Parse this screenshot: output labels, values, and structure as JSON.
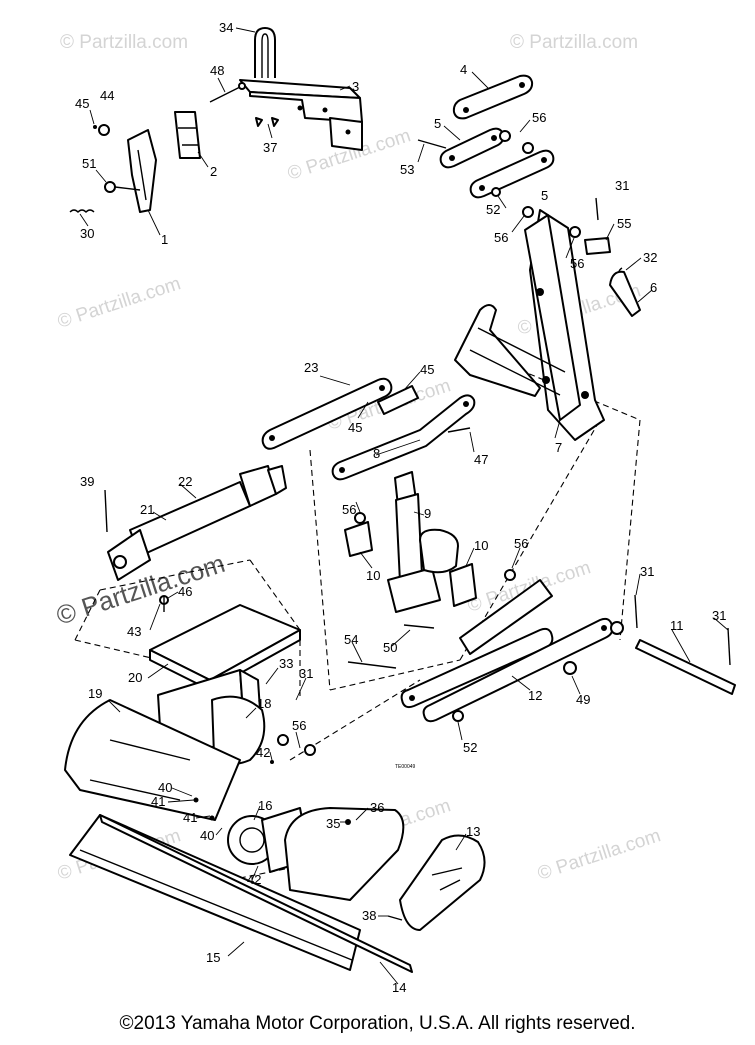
{
  "watermarks": [
    {
      "text": "© Partzilla.com"
    },
    {
      "text": "© Partzilla.com"
    },
    {
      "text": "© Partzilla.com"
    },
    {
      "text": "© Partzilla.com"
    },
    {
      "text": "© Partzilla.com"
    },
    {
      "text": "© Partzilla.com"
    },
    {
      "text": "© Partzilla.com"
    },
    {
      "text": "© Partzilla.com"
    },
    {
      "text": "© Partzilla.com"
    },
    {
      "text": "© Partzilla.com"
    },
    {
      "text": "© Partzilla.com"
    }
  ],
  "callouts": [
    "34",
    "48",
    "3",
    "45",
    "44",
    "37",
    "2",
    "51",
    "1",
    "30",
    "4",
    "5",
    "56",
    "53",
    "52",
    "5",
    "31",
    "56",
    "55",
    "56",
    "32",
    "6",
    "7",
    "23",
    "45",
    "45",
    "8",
    "47",
    "39",
    "22",
    "21",
    "56",
    "9",
    "10",
    "10",
    "56",
    "31",
    "46",
    "43",
    "11",
    "31",
    "20",
    "54",
    "12",
    "49",
    "50",
    "33",
    "31",
    "19",
    "18",
    "56",
    "52",
    "42",
    "40",
    "41",
    "41",
    "40",
    "16",
    "36",
    "35",
    "13",
    "42",
    "38",
    "15",
    "14"
  ],
  "stamp_code": "TE00049",
  "copyright": "©2013  Yamaha Motor Corporation, U.S.A. All rights reserved."
}
